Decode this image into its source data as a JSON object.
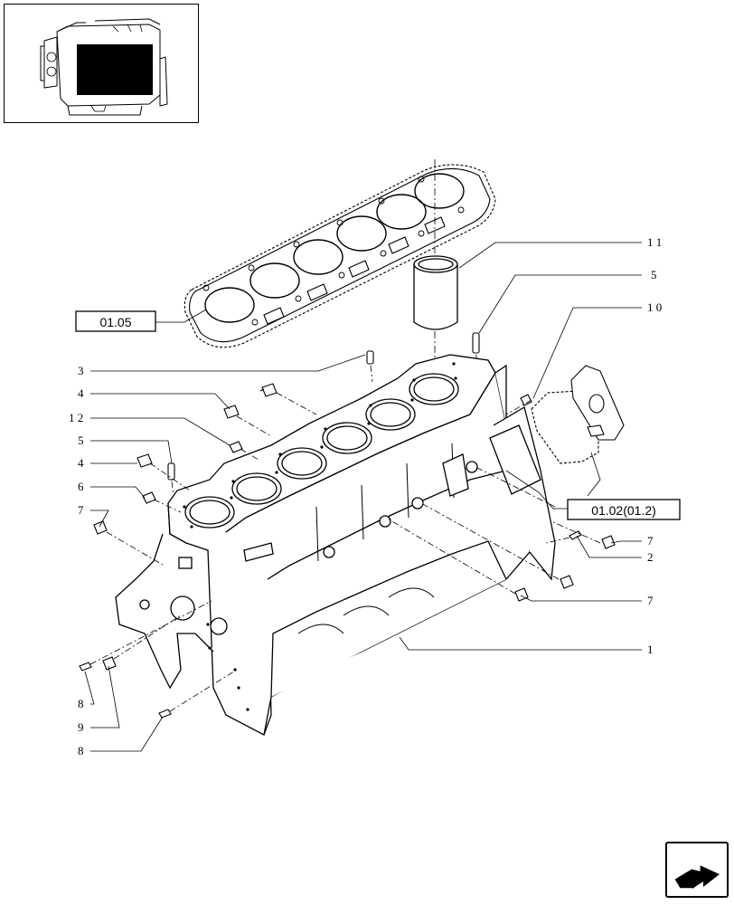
{
  "callouts": {
    "c11": "1 1",
    "c5a": "5",
    "c10": "1 0",
    "c3": "3",
    "c4a": "4",
    "c12": "1 2",
    "c5b": "5",
    "c4b": "4",
    "c6": "6",
    "c7a": "7",
    "c7b": "7",
    "c2": "2",
    "c7c": "7",
    "c1": "1",
    "c8a": "8",
    "c9": "9",
    "c8b": "8"
  },
  "refs": {
    "gasket_ref": "01.05",
    "pump_ref": "01.02(01.2)"
  },
  "colors": {
    "line": "#000000",
    "fill_thumb": "#000000"
  },
  "icons": {
    "nav": "next-page-arrow-icon"
  }
}
